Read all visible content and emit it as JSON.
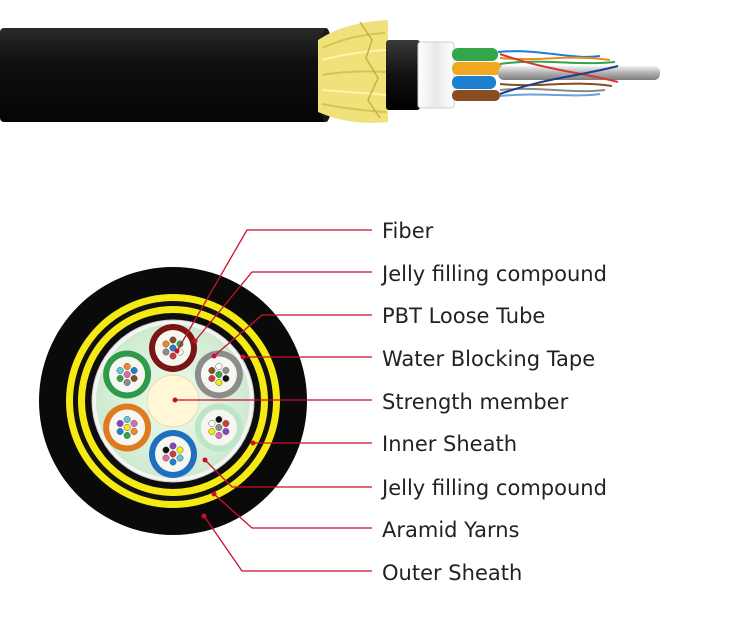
{
  "labels": [
    "Fiber",
    "Jelly filling compound",
    "PBT Loose Tube",
    "Water Blocking Tape",
    "Strength member",
    "Inner Sheath",
    "Jelly filling compound",
    "Aramid Yarns",
    "Outer Sheath"
  ],
  "colors": {
    "leader_line": "#c8102e",
    "outer_sheath": "#0c0c0c",
    "aramid_yellow": "#f5ea14",
    "jelly_fill": "#d8f0d8",
    "strength_member": "#fff7d6"
  },
  "loose_tubes": [
    {
      "color": "#7a1515"
    },
    {
      "color": "#8c8c8c"
    },
    {
      "color": "#bde5c8"
    },
    {
      "color": "#1f6fc0"
    },
    {
      "color": "#e07a20"
    },
    {
      "color": "#2f9a4a"
    }
  ]
}
